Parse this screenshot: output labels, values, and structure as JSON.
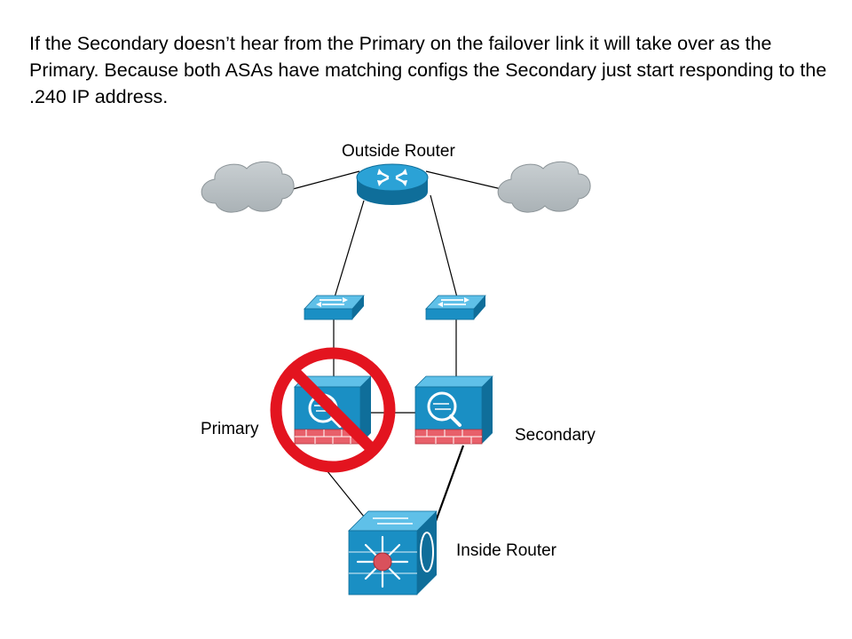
{
  "slide": {
    "caption": "If the Secondary doesn’t hear from the Primary on the failover link it will take over as the Primary. Because both ASAs have matching configs the Secondary just start responding to the .240 IP address."
  },
  "diagram": {
    "labels": {
      "outside_router": "Outside Router",
      "primary": "Primary",
      "secondary": "Secondary",
      "inside_router": "Inside Router"
    },
    "status": {
      "primary_failed": true
    },
    "colors": {
      "device_blue": "#1a8fc4",
      "device_dark": "#0f6e9a",
      "device_light": "#5fc0e8",
      "cloud_gray": "#bcc3c7",
      "firewall_red": "#e8606a",
      "prohibited_red": "#e3141f",
      "link": "#000000"
    }
  }
}
